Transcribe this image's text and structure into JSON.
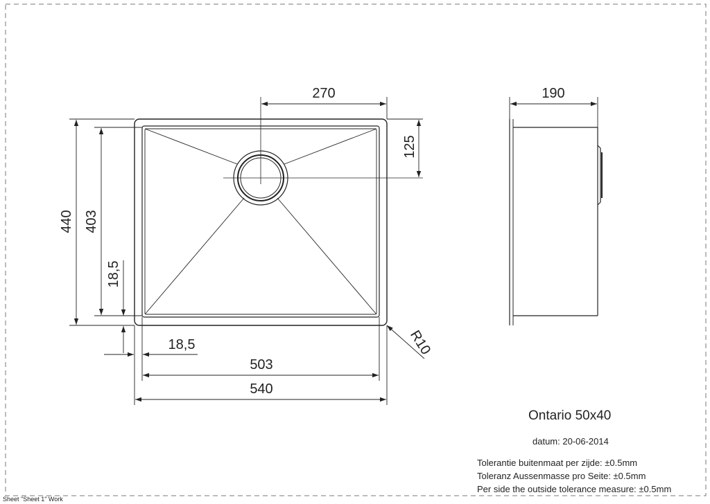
{
  "drawing": {
    "dimensions": {
      "top_offset": "270",
      "drain_offset": "125",
      "side_depth": "190",
      "outer_height": "440",
      "inner_height": "403",
      "flange_vertical": "18,5",
      "flange_horizontal": "18,5",
      "inner_width": "503",
      "outer_width": "540",
      "radius": "R10"
    }
  },
  "title_block": {
    "product": "Ontario 50x40",
    "date": "datum: 20-06-2014",
    "tolerance_nl": "Tolerantie buitenmaat per zijde: ±0.5mm",
    "tolerance_de": "Toleranz Aussenmasse pro Seite: ±0.5mm",
    "tolerance_en": "Per side the outside tolerance measure: ±0.5mm"
  },
  "sheet_label": "Sheet \"Sheet 1\" Work"
}
